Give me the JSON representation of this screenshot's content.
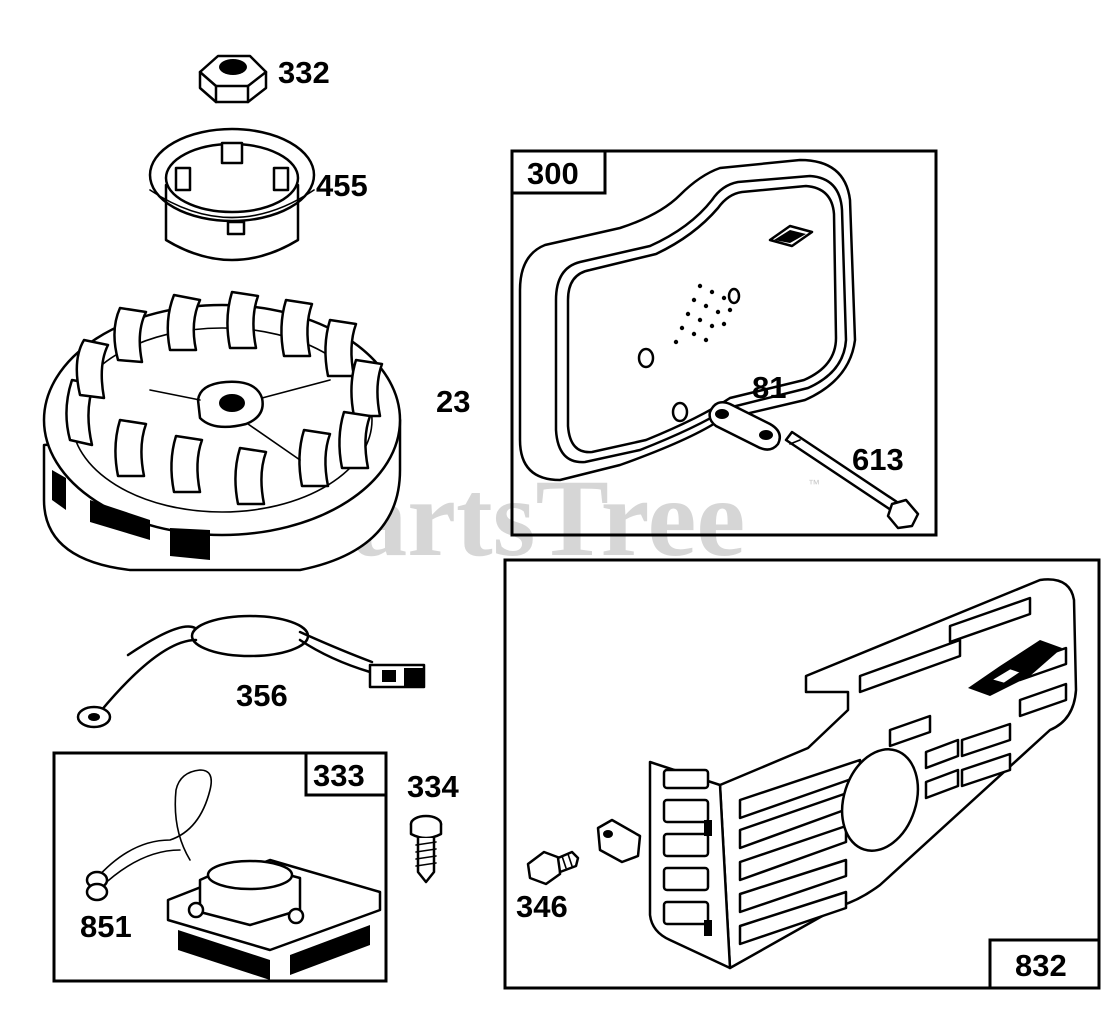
{
  "watermark": {
    "text": "PartsTree",
    "tm": "™"
  },
  "parts": {
    "nut": "332",
    "cup": "455",
    "flywheel": "23",
    "muffler_kit": "300",
    "lock_plate": "81",
    "muffler_bolt": "613",
    "ground_wire": "356",
    "armature_kit": "333",
    "armature_screw": "334",
    "armature_ground": "851",
    "guard_screw": "346",
    "muffler_guard": "832"
  }
}
